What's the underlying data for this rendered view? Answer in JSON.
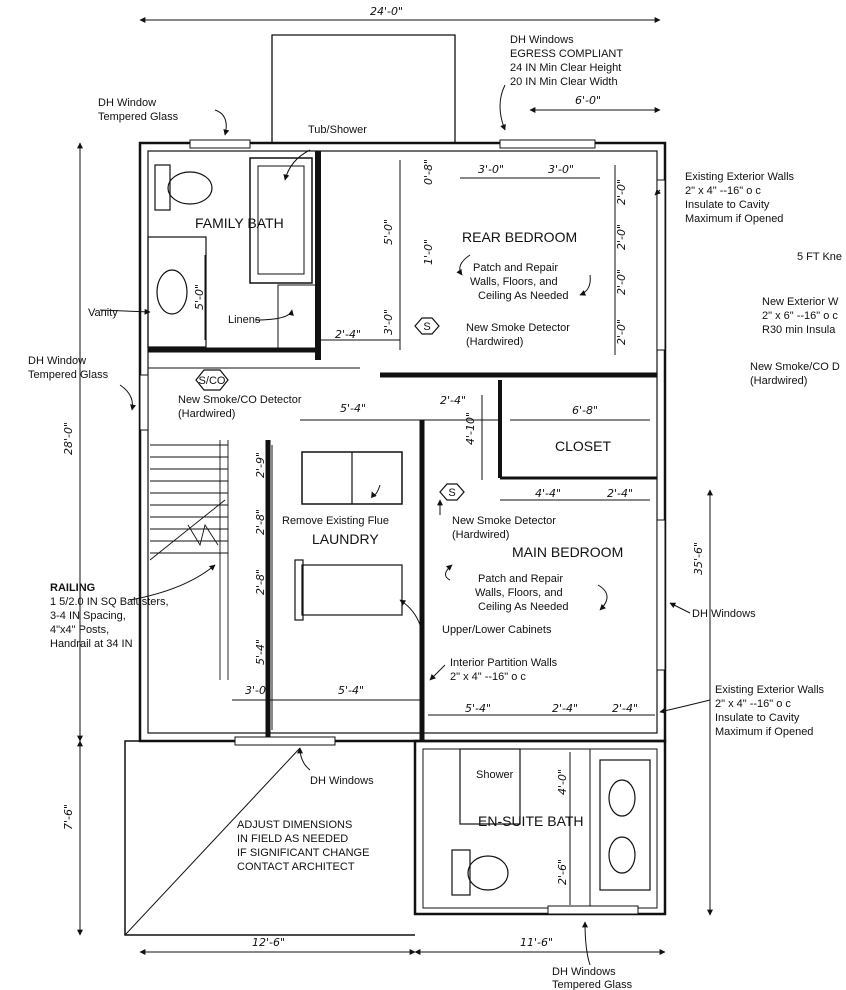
{
  "rooms": {
    "family_bath": "FAMILY BATH",
    "rear_bedroom": "REAR BEDROOM",
    "closet": "CLOSET",
    "laundry": "LAUNDRY",
    "main_bedroom": "MAIN BEDROOM",
    "ensuite_bath": "EN-SUITE BATH",
    "shower": "Shower"
  },
  "dimensions": {
    "overall_width": "24'-0\"",
    "top_right": "6'-0\"",
    "rear_w1": "3'-0\"",
    "rear_w2": "3'-0\"",
    "rear_h1": "5'-0\"",
    "rear_h2": "0'-8\"",
    "rear_h3": "1'-0\"",
    "rear_h4": "3'-0\"",
    "right_a": "2'-0\"",
    "right_b": "2'-0\"",
    "right_c": "2'-0\"",
    "right_d": "2'-0\"",
    "linen_w": "2'-4\"",
    "vanity_h": "5'-0\"",
    "hall_w": "5'-4\"",
    "hall_small": "2'-4\"",
    "closet_w": "6'-8\"",
    "closet_h": "4'-10\"",
    "main_w1": "4'-4\"",
    "main_w2": "2'-4\"",
    "laundry_h1": "2'-9\"",
    "laundry_h2": "2'-8\"",
    "laundry_h3": "2'-8\"",
    "laundry_h4": "5'-4\"",
    "laundry_w1": "3'-0\"",
    "laundry_w2": "5'-4\"",
    "lower_w1": "5'-4\"",
    "lower_w2": "2'-4\"",
    "lower_w3": "2'-4\"",
    "overall_height": "28'-0\"",
    "right_height": "35'-6\"",
    "left_lower": "7'-6\"",
    "ensuite_h1": "4'-0\"",
    "ensuite_h2": "2'-6\"",
    "bottom_left": "12'-6\"",
    "bottom_right": "11'-6\""
  },
  "notes": {
    "egress": [
      "DH Windows",
      "EGRESS COMPLIANT",
      "24 IN Min Clear Height",
      "20 IN Min Clear Width"
    ],
    "dh_window_tempered": [
      "DH Window",
      "Tempered Glass"
    ],
    "tub_shower": "Tub/Shower",
    "existing_walls_top": [
      "Existing Exterior Walls",
      "2\" x 4\" --16\" o c",
      "Insulate to Cavity",
      "Maximum if Opened"
    ],
    "knee_wall": "5 FT Kne",
    "new_exterior": [
      "New Exterior W",
      "2\" x 6\" --16\" o c",
      "R30 min Insula"
    ],
    "new_smoke_co_right": [
      "New Smoke/CO D",
      "(Hardwired)"
    ],
    "patch_rear": [
      "Patch and Repair",
      "Walls, Floors, and",
      "Ceiling As Needed"
    ],
    "vanity": "Vanity",
    "linens": "Linens",
    "smoke_rear": [
      "New Smoke Detector",
      "(Hardwired)"
    ],
    "dh_window_left": [
      "DH Window",
      "Tempered Glass"
    ],
    "smoke_co_hall": [
      "New Smoke/CO Detector",
      "(Hardwired)"
    ],
    "remove_flue": "Remove Existing Flue",
    "smoke_main": [
      "New Smoke Detector",
      "(Hardwired)"
    ],
    "railing": [
      "RAILING",
      "1 5/2.0 IN SQ Balusters,",
      "3-4 IN Spacing,",
      "4\"x4\" Posts,",
      "Handrail at 34 IN"
    ],
    "patch_main": [
      "Patch and Repair",
      "Walls, Floors, and",
      "Ceiling As Needed"
    ],
    "dh_windows_right": "DH Windows",
    "cabinets": "Upper/Lower Cabinets",
    "partition": [
      "Interior Partition Walls",
      "2\" x 4\" --16\" o c"
    ],
    "existing_walls_bottom": [
      "Existing Exterior Walls",
      "2\" x 4\" --16\" o c",
      "Insulate to Cavity",
      "Maximum if Opened"
    ],
    "dh_windows_bottom": "DH Windows",
    "adjust": [
      "ADJUST DIMENSIONS",
      "IN FIELD AS NEEDED",
      "IF SIGNIFICANT CHANGE",
      "CONTACT ARCHITECT"
    ],
    "dh_windows_tempered_bottom": [
      "DH Windows",
      "Tempered Glass"
    ]
  },
  "symbols": {
    "smoke": "S",
    "smoke_co": "S/CO"
  }
}
